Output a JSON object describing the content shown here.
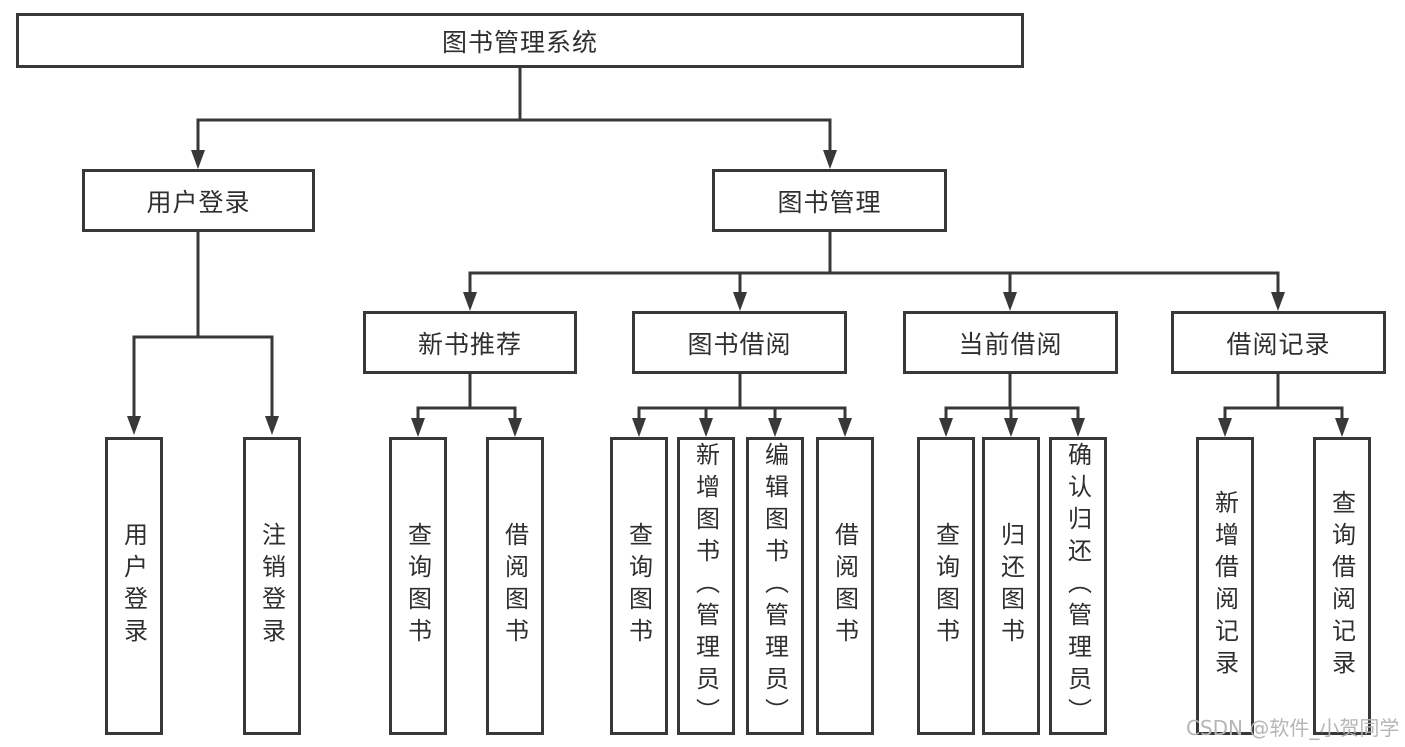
{
  "diagram": {
    "root": {
      "label": "图书管理系统"
    },
    "branches": [
      {
        "label": "用户登录",
        "children": [
          {
            "label": "用户登录"
          },
          {
            "label": "注销登录"
          }
        ]
      },
      {
        "label": "图书管理",
        "children": [
          {
            "label": "新书推荐",
            "children": [
              {
                "label": "查询图书"
              },
              {
                "label": "借阅图书"
              }
            ]
          },
          {
            "label": "图书借阅",
            "children": [
              {
                "label": "查询图书"
              },
              {
                "label": "新增图书（管理员）"
              },
              {
                "label": "编辑图书（管理员）"
              },
              {
                "label": "借阅图书"
              }
            ]
          },
          {
            "label": "当前借阅",
            "children": [
              {
                "label": "查询图书"
              },
              {
                "label": "归还图书"
              },
              {
                "label": "确认归还（管理员）"
              }
            ]
          },
          {
            "label": "借阅记录",
            "children": [
              {
                "label": "新增借阅记录"
              },
              {
                "label": "查询借阅记录"
              }
            ]
          }
        ]
      }
    ]
  },
  "watermark": {
    "text": "CSDN @软件_小贺同学"
  },
  "colors": {
    "line": "#383838",
    "box_border": "#383838",
    "text": "#2f2f2f",
    "watermark": "#b6b6b6",
    "background": "#ffffff"
  }
}
